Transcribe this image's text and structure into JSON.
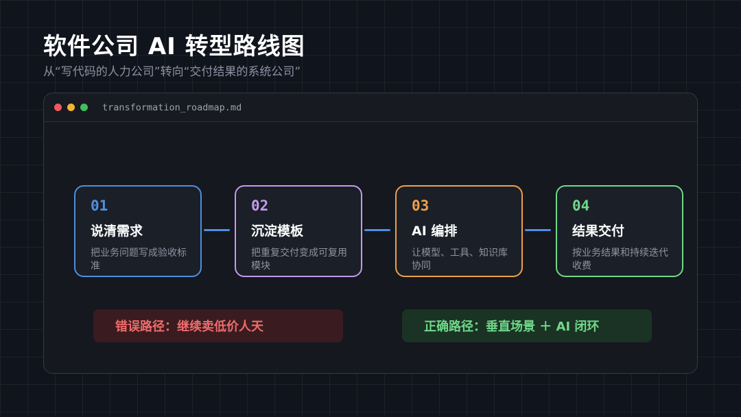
{
  "header": {
    "title": "软件公司 AI 转型路线图",
    "subtitle": "从“写代码的人力公司”转向“交付结果的系统公司”"
  },
  "window": {
    "filename": "transformation_roadmap.md"
  },
  "steps": [
    {
      "num": "01",
      "name": "说清需求",
      "desc": "把业务问题写成验收标准",
      "color": "#4f8fe0"
    },
    {
      "num": "02",
      "name": "沉淀模板",
      "desc": "把重复交付变成可复用模块",
      "color": "#c49af0"
    },
    {
      "num": "03",
      "name": "AI 编排",
      "desc": "让模型、工具、知识库协同",
      "color": "#f0a048"
    },
    {
      "num": "04",
      "name": "结果交付",
      "desc": "按业务结果和持续迭代收费",
      "color": "#6fd98a"
    }
  ],
  "paths": {
    "wrong": "错误路径：继续卖低价人天",
    "right": "正确路径：垂直场景 ＋ AI 闭环"
  }
}
